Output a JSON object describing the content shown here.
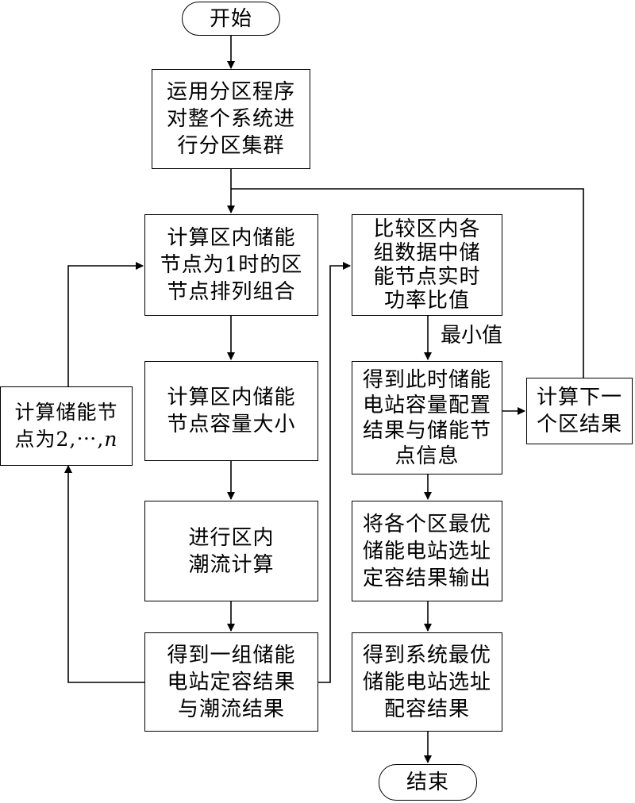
{
  "nodes": {
    "start": "开始",
    "partition": "运用分区程序\n对整个系统进\n行分区集群",
    "calc_combo": "计算区内储能\n节点为1时的区\n节点排列组合",
    "calc_capacity": "计算区内储能\n节点容量大小",
    "power_flow": "进行区内\n潮流计算",
    "get_result": "得到一组储能\n电站定容结果\n与潮流结果",
    "compare": "比较区内各\n组数据中储\n能节点实时\n功率比值",
    "get_config": "得到此时储能\n电站容量配置\n结果与储能节\n点信息",
    "next_zone": "计算下一\n个区结果",
    "output": "将各个区最优\n储能电站选址\n定容结果输出",
    "system_optimal": "得到系统最优\n储能电站选址\n配容结果",
    "end": "结束",
    "loop_n_prefix": "计算储能节\n点为2,⋯,",
    "loop_n_var": "n"
  },
  "labels": {
    "min_value": "最小值"
  }
}
